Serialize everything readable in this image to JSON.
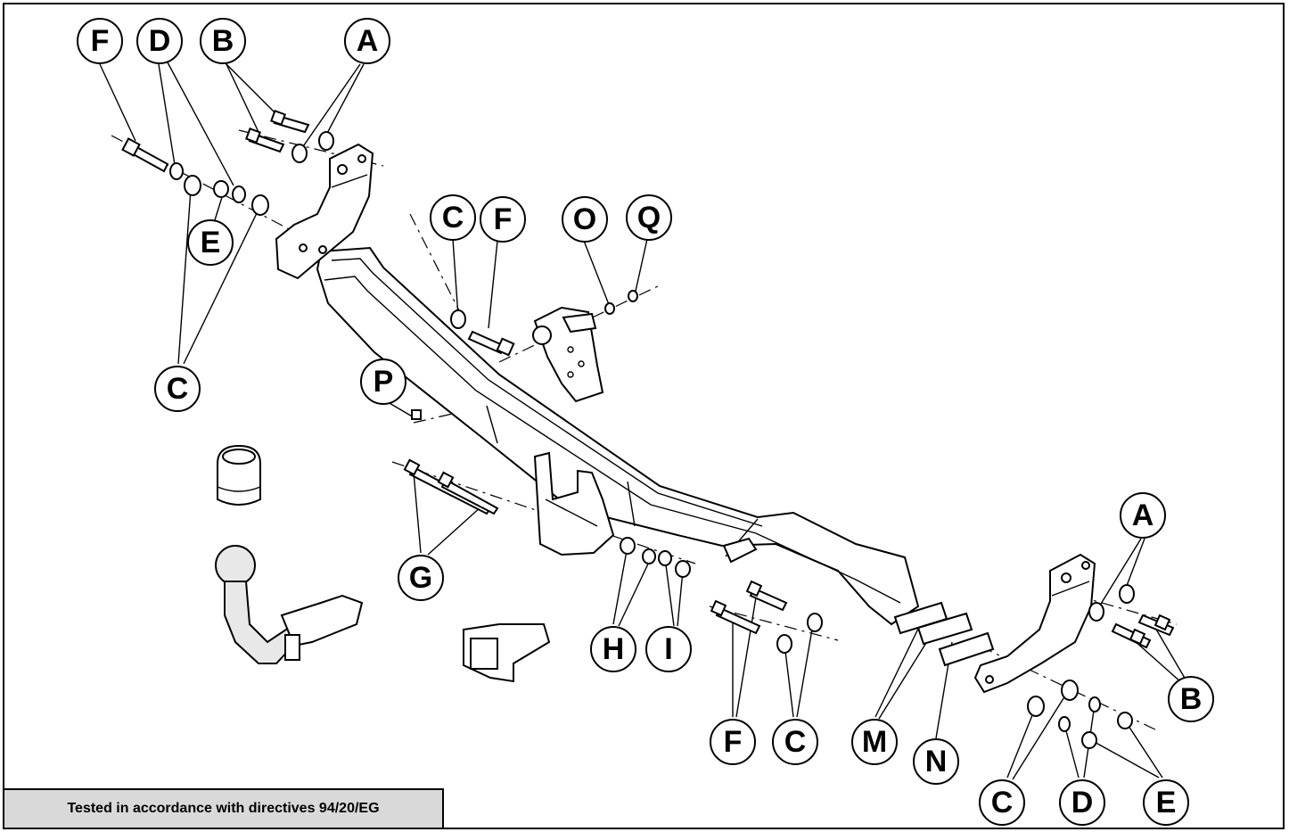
{
  "diagram": {
    "note": "Tested in accordance with directives 94/20/EG",
    "labels": {
      "f_top": "F",
      "d_top": "D",
      "b_top": "B",
      "a_top": "A",
      "e_left": "E",
      "c_left": "C",
      "c_mid": "C",
      "f_mid": "F",
      "o": "O",
      "q": "Q",
      "p": "P",
      "g": "G",
      "h": "H",
      "i": "I",
      "f_low": "F",
      "c_low": "C",
      "m": "M",
      "n": "N",
      "a_right": "A",
      "b_right": "B",
      "c_right": "C",
      "d_right": "D",
      "e_right": "E"
    }
  }
}
